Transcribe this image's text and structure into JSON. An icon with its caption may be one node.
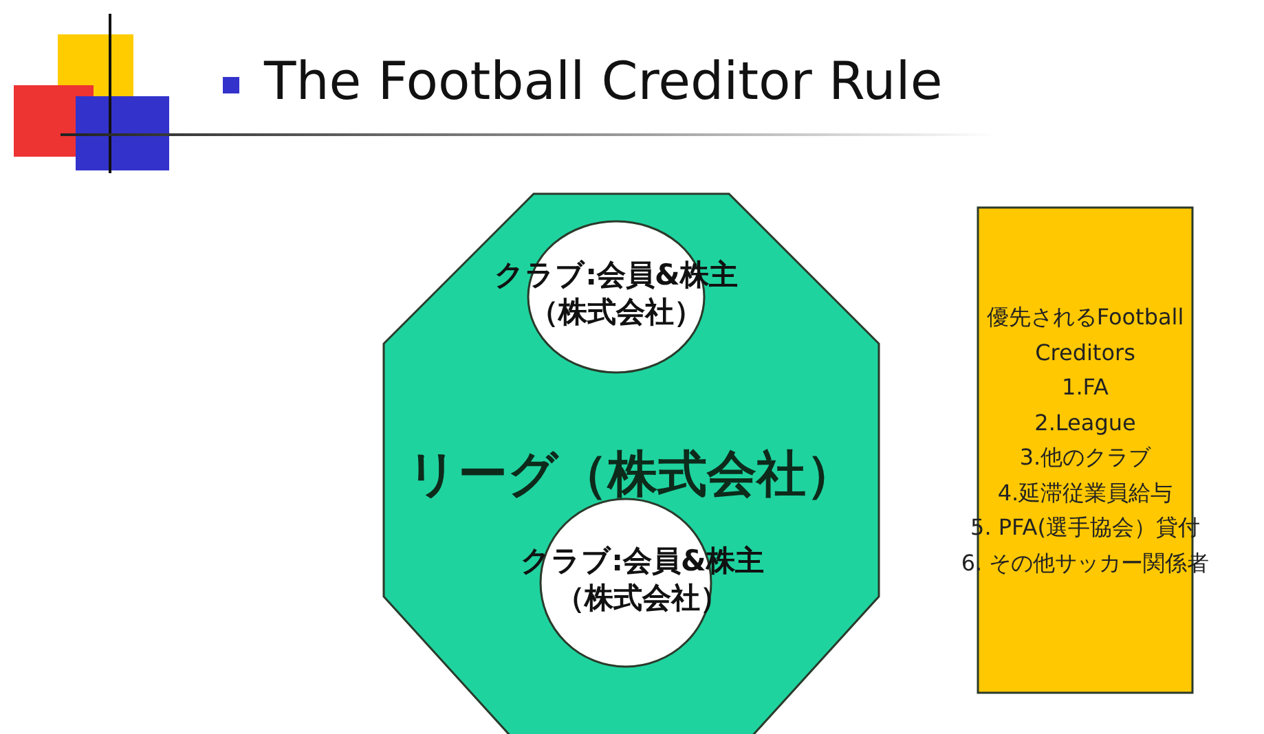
{
  "diagram": {
    "title": "The Football Creditor Rule",
    "nodes": [
      {
        "text": [
          "リーグ（株式会社）"
        ]
      },
      {
        "text": [
          "クラブ:会員&株主（株式会社）"
        ],
        "in": 0
      },
      {
        "text": [
          "クラブ:会員&株主（株式会社）"
        ],
        "in": 0
      },
      {
        "text": [
          "優先されるFootball Creditors",
          "1.FA",
          "2.League",
          "3.他のクラブ",
          "4.延滞従業員給与",
          "5. PFA(選手協会）貸付",
          "6. その他サッカー関係者"
        ]
      }
    ]
  }
}
